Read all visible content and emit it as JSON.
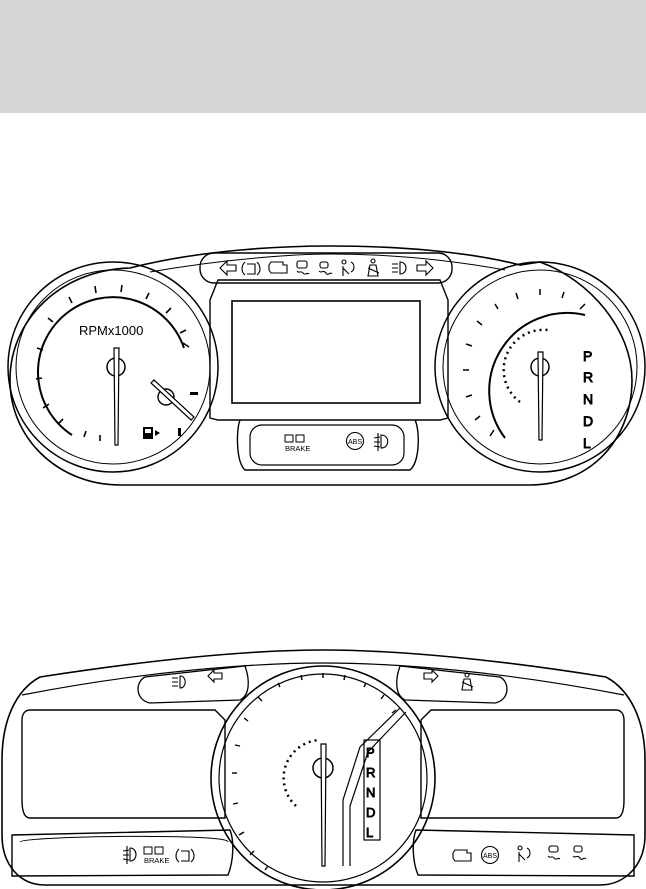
{
  "cluster1": {
    "tach_label": "RPMx1000",
    "brake_label": "BRAKE",
    "abs_label": "ABS",
    "gears": [
      "P",
      "R",
      "N",
      "D",
      "L"
    ],
    "warning_icons": [
      "left-turn-arrow-icon",
      "tire-pressure-icon",
      "check-engine-icon",
      "traction-control-icon",
      "stability-control-icon",
      "airbag-icon",
      "seatbelt-icon",
      "headlamp-icon",
      "right-turn-arrow-icon"
    ]
  },
  "cluster2": {
    "brake_label": "BRAKE",
    "abs_label": "ABS",
    "gears": [
      "P",
      "R",
      "N",
      "D",
      "L"
    ]
  }
}
